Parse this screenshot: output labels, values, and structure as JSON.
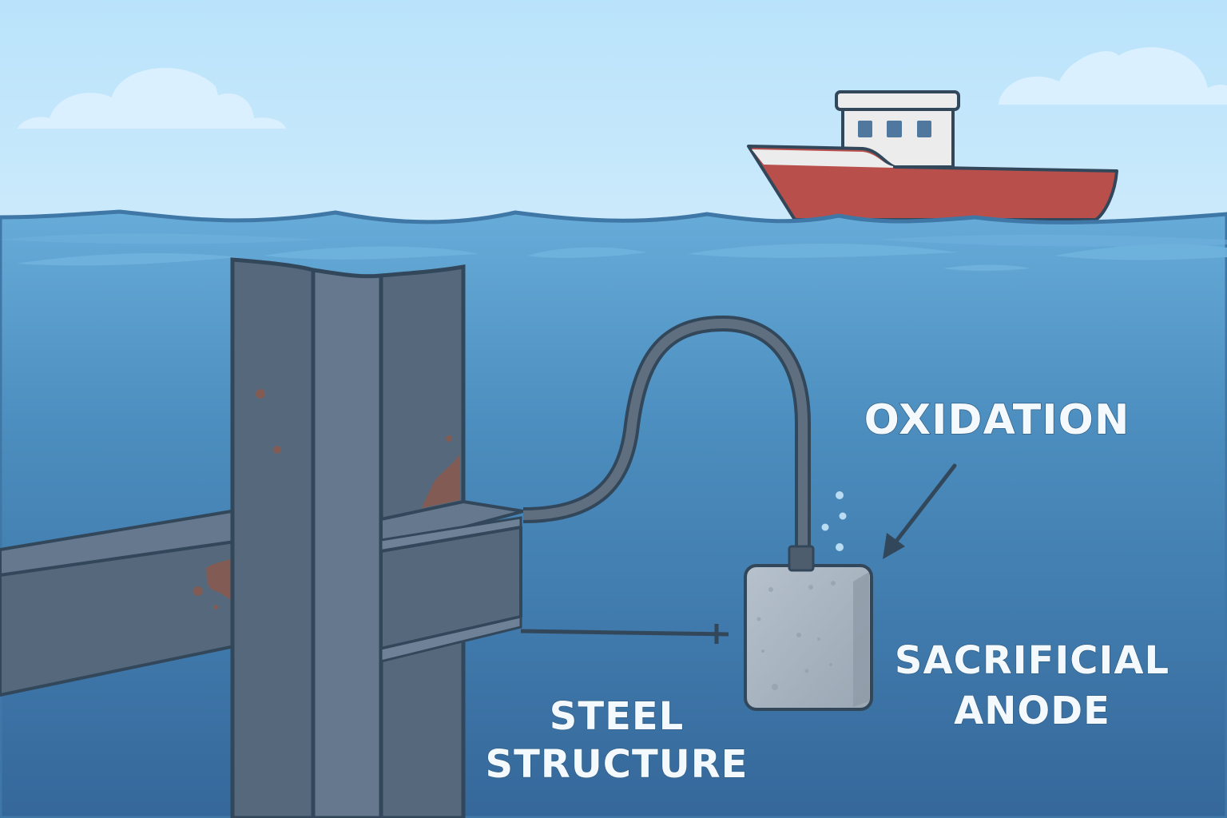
{
  "title": "Sacrificial anode cathodic protection of an underwater steel structure",
  "labels": {
    "oxidation": "OXIDATION",
    "anode_line1": "SACRIFICIAL",
    "anode_line2": "ANODE",
    "structure_line1": "STEEL",
    "structure_line2": "STRUCTURE"
  },
  "elements": {
    "sky": "sky",
    "clouds": [
      "cloud-left",
      "cloud-right"
    ],
    "boat": "fishing boat on surface",
    "water": "sea water",
    "steel_structure": "steel I-beam column with cross beams, rust patches",
    "cable": "insulated cable connecting beam to anode",
    "connection_wire": "wire with terminal from beam to anode",
    "anode": "sacrificial anode block",
    "bubbles": 4,
    "arrow": "arrow pointing to anode"
  },
  "colors": {
    "sky_top": "#b9e3fb",
    "sky_bottom": "#cde9fa",
    "water_top": "#6aaedb",
    "water_bottom": "#36689a",
    "steel": "#56697c",
    "steel_light": "#66788d",
    "outline": "#33475b",
    "rust": "#8a5a4e",
    "boat_hull": "#b94f4b",
    "boat_cabin": "#ececec",
    "window": "#50789f",
    "anode": "#a8b4c0",
    "text": "#f4f9fd"
  }
}
